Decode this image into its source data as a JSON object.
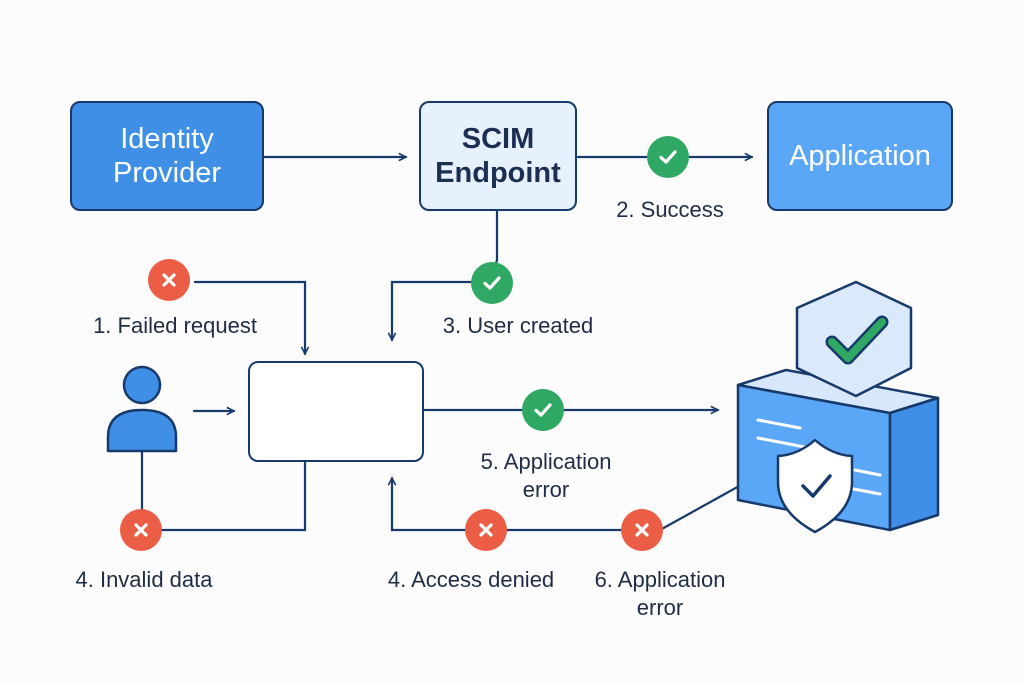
{
  "colors": {
    "line": "#173a6b",
    "success": "#2fa864",
    "error": "#ec5d45",
    "accent_blue": "#3f8fe6"
  },
  "nodes": {
    "identity_provider": "Identity\nProvider",
    "scim_endpoint": "SCIM\nEndpoint",
    "application": "Application"
  },
  "labels": {
    "success": "2. Success",
    "user_created": "3. User created",
    "failed_request": "1. Failed request",
    "app_error_5": "5. Application\nerror",
    "invalid_data": "4. Invalid data",
    "access_denied": "4. Access denied",
    "app_error_6": "6. Application\nerror"
  },
  "icons": {
    "user": "user-icon",
    "users": "users-group-icon",
    "server": "server-stack-icon",
    "shield": "shield-check-icon",
    "hex_check": "hexagon-check-icon",
    "success": "check-circle-icon",
    "error": "x-circle-icon"
  }
}
